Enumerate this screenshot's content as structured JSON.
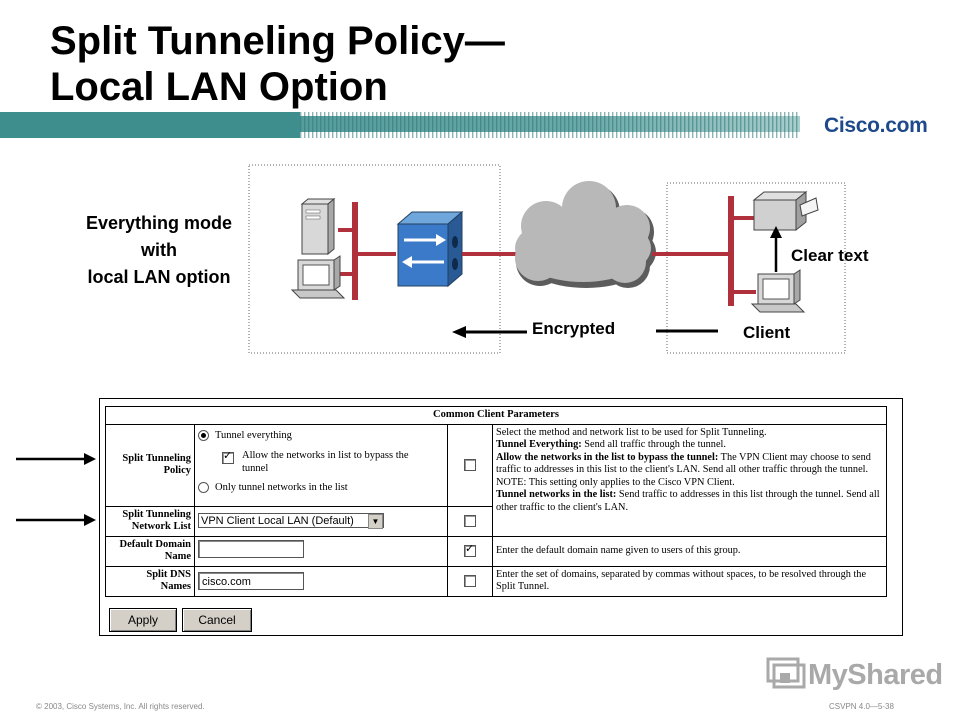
{
  "slide": {
    "title_line1": "Split Tunneling Policy—",
    "title_line2": "Local LAN Option",
    "brand": "Cisco.com"
  },
  "diagram": {
    "mode_label_line1": "Everything mode",
    "mode_label_line2": "with",
    "mode_label_line3": "local LAN option",
    "encrypted_label": "Encrypted",
    "client_label": "Client",
    "clear_text_label": "Clear text"
  },
  "panel": {
    "header": "Common Client Parameters",
    "rows": [
      {
        "label_line1": "Split Tunneling",
        "label_line2": "Policy",
        "options": [
          {
            "label": "Tunnel everything",
            "selected": true
          },
          {
            "label_line1": "Allow the networks in list to bypass the",
            "label_line2": "tunnel",
            "checked": true
          },
          {
            "label": "Only tunnel networks in the list",
            "selected": false
          }
        ],
        "inherit_checked": false
      },
      {
        "label_line1": "Split Tunneling",
        "label_line2": "Network List",
        "select_value": "VPN Client Local LAN (Default)",
        "inherit_checked": false
      },
      {
        "label_line1": "Default Domain",
        "label_line2": "Name",
        "input_value": "",
        "inherit_checked": true,
        "description": "Enter the default domain name given to users of this group."
      },
      {
        "label_line1": "Split DNS",
        "label_line2": "Names",
        "input_value": "cisco.com",
        "inherit_checked": false,
        "description": "Enter the set of domains, separated by commas without spaces, to be resolved through the Split Tunnel."
      }
    ],
    "split_description": {
      "intro": "Select the method and network list to be used for Split Tunneling.",
      "tunnel_everything_term": "Tunnel Everything:",
      "tunnel_everything_text": " Send all traffic through the tunnel.",
      "allow_term": "Allow the networks in the list to bypass the tunnel:",
      "allow_text": " The VPN Client may choose to send traffic to addresses in this list to the client's LAN. Send all other traffic through the tunnel. NOTE: This setting only applies to the Cisco VPN Client.",
      "tunnel_list_term": "Tunnel networks in the list:",
      "tunnel_list_text": " Send traffic to addresses in this list through the tunnel. Send all other traffic to the client's LAN."
    },
    "buttons": {
      "apply": "Apply",
      "cancel": "Cancel"
    }
  },
  "footer": {
    "copyright": "© 2003, Cisco Systems, Inc. All rights reserved.",
    "course": "CSVPN 4.0—5-38",
    "watermark": "MyShared"
  },
  "colors": {
    "band": "#3d8a8a",
    "link_line": "#b0303c",
    "brand": "#1e4a8c"
  }
}
